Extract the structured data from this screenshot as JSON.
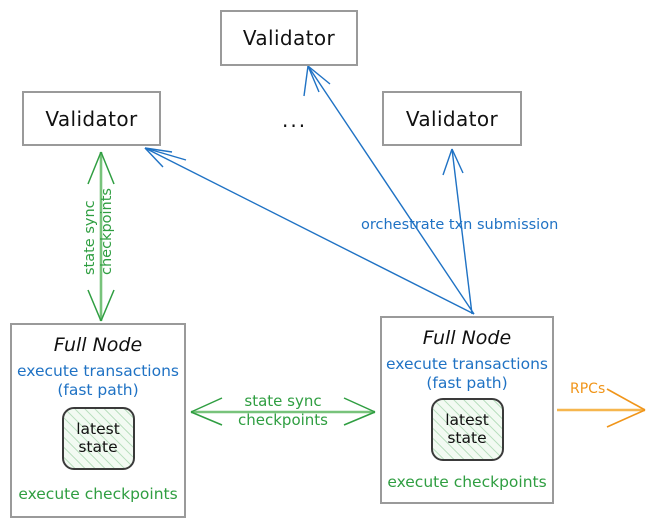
{
  "diagram": {
    "title_present": false,
    "colors": {
      "box_border": "#9a9a9a",
      "blue": "#1f72c4",
      "green": "#2f9e41",
      "orange": "#f0951a",
      "text": "#111111",
      "state_fill": "#f2faf2"
    },
    "nodes": {
      "validator_top": {
        "label": "Validator"
      },
      "validator_left": {
        "label": "Validator"
      },
      "validator_right": {
        "label": "Validator"
      },
      "ellipsis": {
        "label": "..."
      },
      "fullnode_left": {
        "title": "Full Node",
        "blue_line1": "execute transactions",
        "blue_line2": "(fast path)",
        "state_line1": "latest",
        "state_line2": "state",
        "green_footer": "execute checkpoints"
      },
      "fullnode_right": {
        "title": "Full Node",
        "blue_line1": "execute transactions",
        "blue_line2": "(fast path)",
        "state_line1": "latest",
        "state_line2": "state",
        "green_footer": "execute checkpoints"
      }
    },
    "edges": {
      "orchestrate": {
        "label": "orchestrate txn submission",
        "color": "#1f72c4"
      },
      "state_sync_vertical": {
        "line1": "state sync",
        "line2": "checkpoints",
        "color": "#2f9e41"
      },
      "state_sync_middle": {
        "line1": "state sync",
        "line2": "checkpoints",
        "color": "#2f9e41"
      },
      "rpcs": {
        "label": "RPCs",
        "color": "#f0951a"
      }
    }
  }
}
